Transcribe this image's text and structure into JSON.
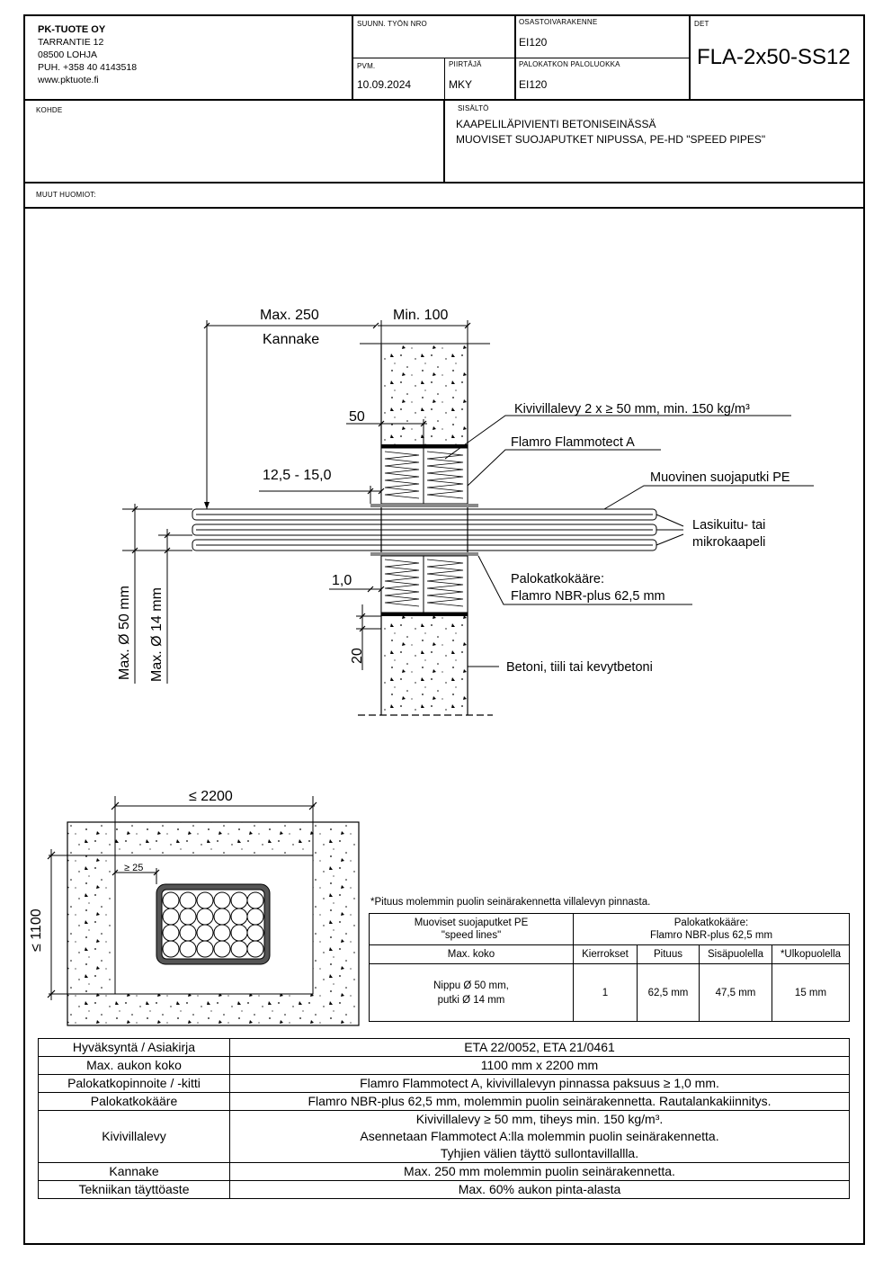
{
  "company": {
    "name": "PK-TUOTE OY",
    "street": "TARRANTIE 12",
    "city": "08500 LOHJA",
    "phone": "PUH. +358 40 4143518",
    "web": "www.pktuote.fi"
  },
  "title_block": {
    "suunn_label": "SUUNN. TYÖN NRO",
    "suunn_value": "",
    "osasto_label": "OSASTOIVARAKENNE",
    "osasto_value": "EI120",
    "det_label": "DET",
    "det_value": "FLA-2x50-SS12",
    "pvm_label": "PVM.",
    "pvm_value": "10.09.2024",
    "piirtaja_label": "PIIRTÄJÄ",
    "piirtaja_value": "MKY",
    "paloluokka_label": "PALOKATKON PALOLUOKKA",
    "paloluokka_value": "EI120",
    "kohde_label": "KOHDE",
    "sisalto_label": "SISÄLTÖ",
    "sisalto_line1": "KAAPELILÄPIVIENTI BETONISEINÄSSÄ",
    "sisalto_line2": "MUOVISET SUOJAPUTKET NIPUSSA, PE-HD \"SPEED PIPES\"",
    "muut_label": "MUUT HUOMIOT:"
  },
  "section_drawing": {
    "max250": "Max. 250",
    "kannake": "Kannake",
    "min100": "Min. 100",
    "dim50": "50",
    "dim_12_15": "12,5 - 15,0",
    "dim_1_0": "1,0",
    "dim_20": "20",
    "max_d50": "Max. Ø 50 mm",
    "max_d14": "Max. Ø 14 mm",
    "label_kivivilla": "Kivivillalevy 2 x ≥ 50 mm, min. 150 kg/m³",
    "label_flammotect": "Flamro Flammotect A",
    "label_suojaputki": "Muovinen suojaputki PE",
    "label_lasikuitu1": "Lasikuitu- tai",
    "label_lasikuitu2": "mikrokaapeli",
    "label_palokatko1": "Palokatkokääre:",
    "label_palokatko2": "Flamro NBR-plus 62,5 mm",
    "label_betoni": "Betoni, tiili tai kevytbetoni"
  },
  "elevation_drawing": {
    "width_dim": "≤ 2200",
    "height_dim": "≤ 1100",
    "gap_dim": "≥ 25"
  },
  "pituus_note": "*Pituus molemmin puolin seinärakennetta villalevyn pinnasta.",
  "product_table": {
    "h1": "Muoviset suojaputket PE",
    "h1b": "\"speed lines\"",
    "h2": "Palokatkokääre:",
    "h2b": "Flamro NBR-plus 62,5 mm",
    "sub_max": "Max. koko",
    "sub_kierrokset": "Kierrokset",
    "sub_pituus": "Pituus",
    "sub_sisa": "Sisäpuolella",
    "sub_ulko": "*Ulkopuolella",
    "row_size1": "Nippu Ø 50 mm,",
    "row_size2": "putki Ø 14 mm",
    "row_kierrokset": "1",
    "row_pituus": "62,5 mm",
    "row_sisa": "47,5 mm",
    "row_ulko": "15 mm"
  },
  "main_table": [
    {
      "k": "Hyväksyntä / Asiakirja",
      "v": [
        "ETA 22/0052, ETA 21/0461"
      ]
    },
    {
      "k": "Max. aukon koko",
      "v": [
        "1100 mm x 2200 mm"
      ]
    },
    {
      "k": "Palokatkopinnoite / -kitti",
      "v": [
        "Flamro Flammotect A, kivivillalevyn pinnassa paksuus ≥ 1,0 mm."
      ]
    },
    {
      "k": "Palokatkokääre",
      "v": [
        "Flamro NBR-plus 62,5 mm, molemmin puolin seinärakennetta. Rautalankakiinnitys."
      ]
    },
    {
      "k": "Kivivillalevy",
      "v": [
        "Kivivillalevy ≥ 50 mm, tiheys min. 150 kg/m³.",
        "Asennetaan Flammotect A:lla molemmin puolin seinärakennetta.",
        "Tyhjien välien täyttö sullontavillallla."
      ]
    },
    {
      "k": "Kannake",
      "v": [
        "Max. 250 mm molemmin puolin seinärakennetta."
      ]
    },
    {
      "k": "Tekniikan täyttöaste",
      "v": [
        "Max. 60% aukon pinta-alasta"
      ]
    }
  ]
}
